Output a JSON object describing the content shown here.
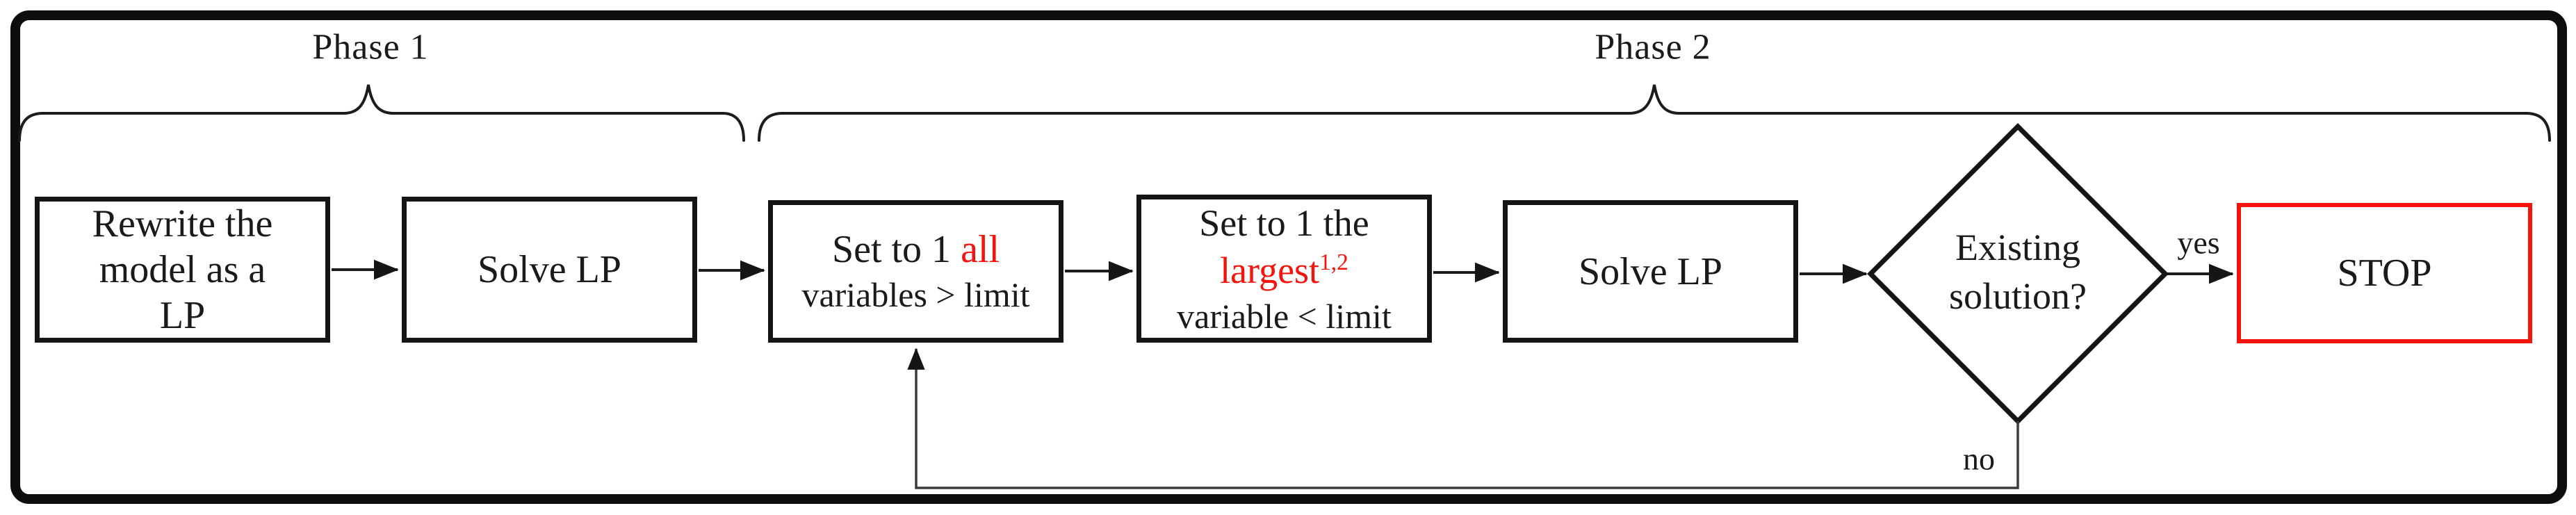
{
  "diagram": {
    "phase1": {
      "label": "Phase 1"
    },
    "phase2": {
      "label": "Phase 2"
    },
    "boxes": {
      "rewrite": {
        "lines": [
          "Rewrite the",
          "model as a",
          "LP"
        ]
      },
      "solve_lp_1": {
        "label": "Solve LP"
      },
      "set_all": {
        "line1_prefix": "Set to 1 ",
        "line1_highlight": "all",
        "line2": "variables > limit"
      },
      "set_largest": {
        "line1": "Set to 1 the",
        "line2_highlight": "largest",
        "line2_sup": "1,2",
        "line3": "variable < limit"
      },
      "solve_lp_2": {
        "label": "Solve LP"
      },
      "stop": {
        "label": "STOP"
      }
    },
    "decision": {
      "line1": "Existing",
      "line2": "solution?"
    },
    "edges": {
      "yes_label": "yes",
      "no_label": "no"
    },
    "colors": {
      "highlight_red": "#f5130b",
      "stop_border_red": "#f5130b",
      "line_black": "#1c1c1c"
    }
  }
}
